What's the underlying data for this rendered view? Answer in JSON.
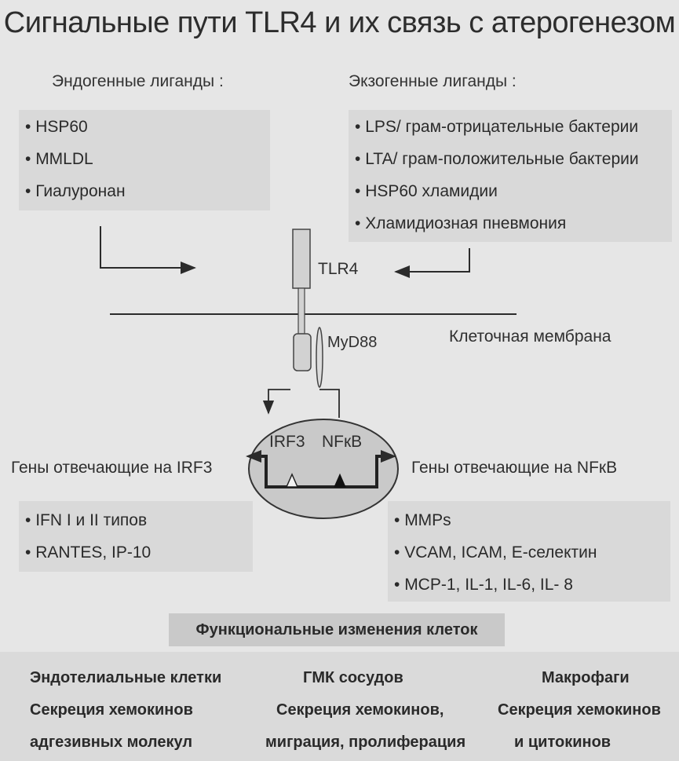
{
  "title": "Сигнальные пути TLR4  и их связь с атерогенезом",
  "endogenous": {
    "heading": "Эндогенные лиганды :",
    "items": [
      "HSP60",
      "MMLDL",
      "Гиалуронан"
    ]
  },
  "exogenous": {
    "heading": "Экзогенные лиганды :",
    "items": [
      "LPS/ грам-отрицательные бактерии",
      "LTA/ грам-положительные бактерии",
      "HSP60 хламидии",
      "Хламидиозная пневмония"
    ]
  },
  "diagram": {
    "receptor": "TLR4",
    "adapter": "MyD88",
    "membrane": "Клеточная мембрана",
    "irf3": "IRF3",
    "nfkb": "NFкB"
  },
  "genes_irf3": {
    "heading": "Гены отвечающие на  IRF3",
    "items": [
      "IFN I  и II типов",
      "RANTES, IP-10"
    ]
  },
  "genes_nfkb": {
    "heading": "Гены отвечающие на NFкB",
    "items": [
      "MMPs",
      "VCAM, ICAM, E-селектин",
      "MCP-1, IL-1, IL-6, IL- 8"
    ]
  },
  "functional": {
    "heading": "Функциональные изменения клеток",
    "columns": [
      {
        "line1": "Эндотелиальные клетки",
        "line2": "Секреция хемокинов",
        "line3": "адгезивных молекул"
      },
      {
        "line1": "ГМК сосудов",
        "line2": "Секреция хемокинов,",
        "line3": "миграция, пролиферация"
      },
      {
        "line1": "Макрофаги",
        "line2": "Секреция хемокинов",
        "line3": "и   цитокинов"
      }
    ]
  }
}
